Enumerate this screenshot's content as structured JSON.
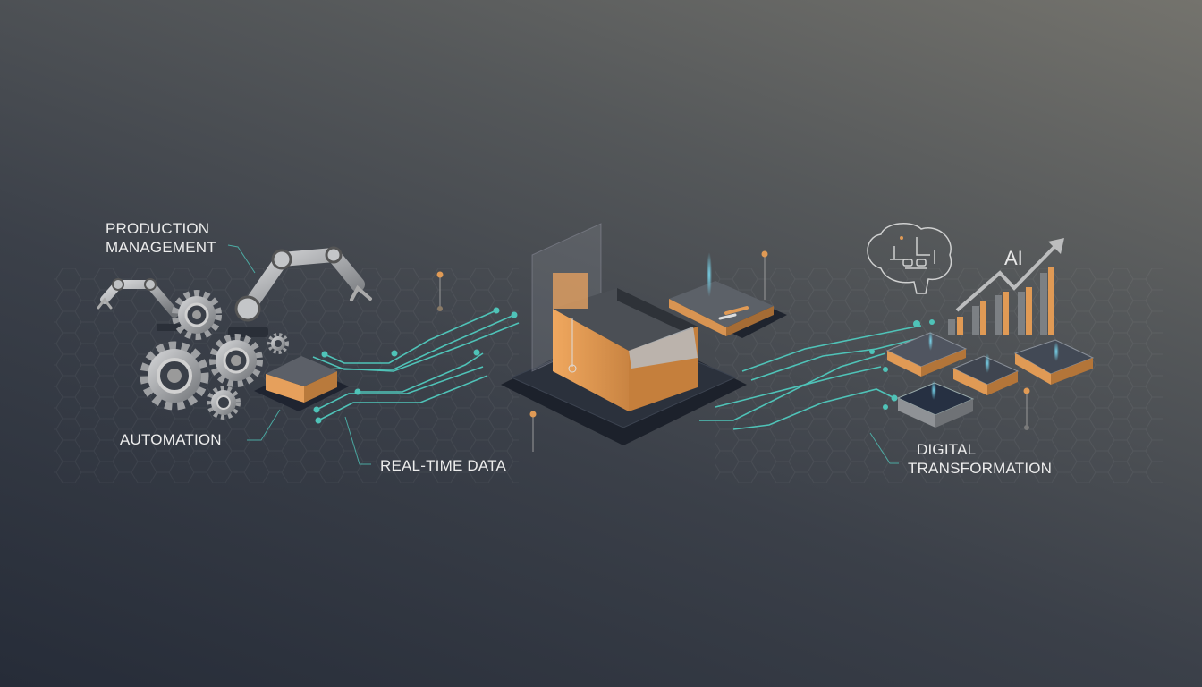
{
  "labels": {
    "production_line1": "PRODUCTION",
    "production_line2": "MANAGEMENT",
    "automation": "AUTOMATION",
    "realtime": "REAL-TIME DATA",
    "digital_line1": "DIGITAL",
    "digital_line2": "TRANSFORMATION",
    "ai": "AI"
  },
  "colors": {
    "accent_teal": "#4fc3b8",
    "accent_orange": "#e09a55",
    "metal": "#a9abae"
  }
}
